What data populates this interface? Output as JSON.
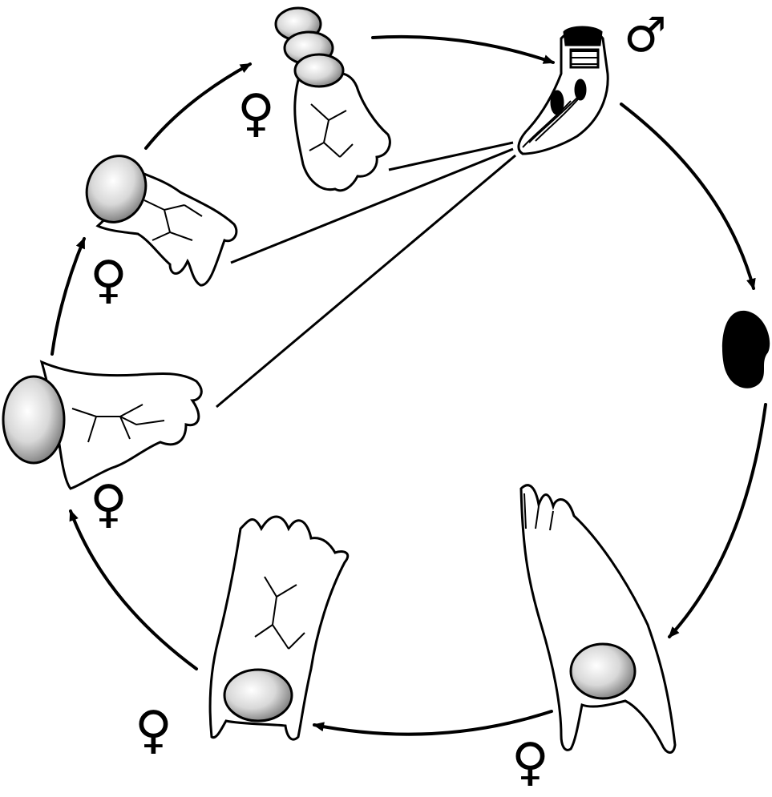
{
  "diagram": {
    "type": "life-cycle",
    "stage_order": [
      "male",
      "egg",
      "tube-with-embryo",
      "tube-spawning",
      "open-disc",
      "cup-one-egg",
      "cup-egg-chain"
    ],
    "connections": [
      [
        "male",
        "cup-egg-chain"
      ],
      [
        "male",
        "cup-one-egg"
      ],
      [
        "male",
        "open-disc"
      ]
    ],
    "symbols": {
      "female": "♀",
      "male": "♂"
    },
    "colors": {
      "ink": "#000000",
      "paper": "#ffffff",
      "egg_fill": "#cfcfcf"
    }
  }
}
